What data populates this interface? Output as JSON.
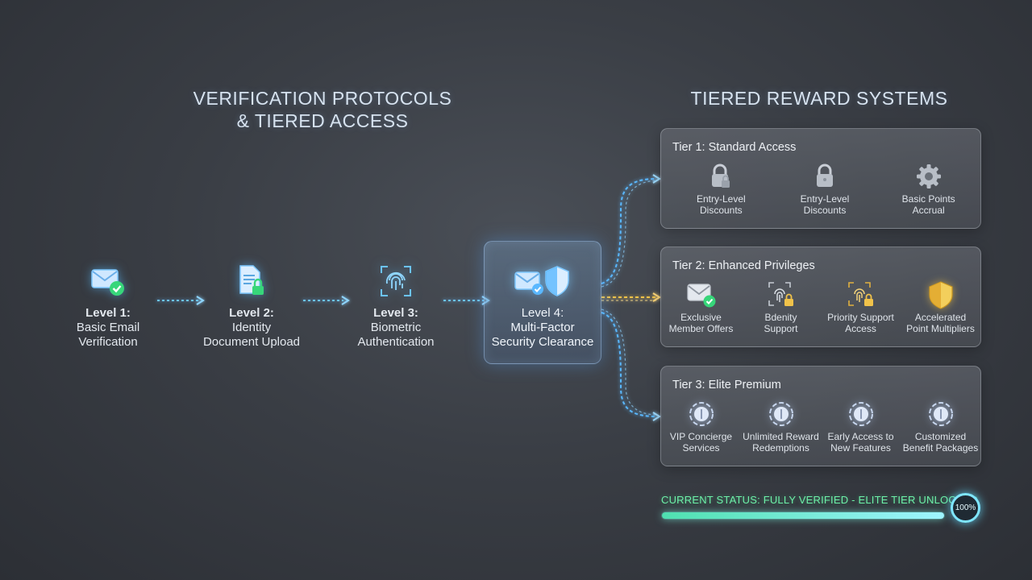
{
  "left_title": {
    "line1": "VERIFICATION PROTOCOLS",
    "line2": "& TIERED ACCESS"
  },
  "right_title": "TIERED REWARD SYSTEMS",
  "levels": [
    {
      "title": "Level 1:",
      "line1": "Basic Email",
      "line2": "Verification",
      "icon": "email-check-icon"
    },
    {
      "title": "Level 2:",
      "line1": "Identity",
      "line2": "Document Upload",
      "icon": "document-lock-icon"
    },
    {
      "title": "Level 3:",
      "line1": "Biometric",
      "line2": "Authentication",
      "icon": "fingerprint-icon"
    },
    {
      "title": "Level 4:",
      "line1": "Multi-Factor",
      "line2": "Security Clearance",
      "icon": "email-shield-icon"
    }
  ],
  "tiers": [
    {
      "title": "Tier 1: Standard Access",
      "items": [
        {
          "line1": "Entry-Level",
          "line2": "Discounts",
          "icon": "padlock-icon"
        },
        {
          "line1": "Entry-Level",
          "line2": "Discounts",
          "icon": "padlock-icon"
        },
        {
          "line1": "Basic Points",
          "line2": "Accrual",
          "icon": "gear-icon"
        }
      ]
    },
    {
      "title": "Tier 2: Enhanced Privileges",
      "items": [
        {
          "line1": "Exclusive",
          "line2": "Member Offers",
          "icon": "email-check-icon"
        },
        {
          "line1": "Bdenity",
          "line2": "Support",
          "icon": "fingerprint-lock-icon"
        },
        {
          "line1": "Priority Support",
          "line2": "Access",
          "icon": "fingerprint-lock-gold-icon"
        },
        {
          "line1": "Accelerated",
          "line2": "Point Multipliers",
          "icon": "gold-shield-icon"
        }
      ]
    },
    {
      "title": "Tier 3: Elite Premium",
      "items": [
        {
          "line1": "VIP Concierge",
          "line2": "Services",
          "icon": "premium-badge-icon"
        },
        {
          "line1": "Unlimited Reward",
          "line2": "Redemptions",
          "icon": "premium-badge-icon"
        },
        {
          "line1": "Early Access to",
          "line2": "New Features",
          "icon": "premium-badge-icon"
        },
        {
          "line1": "Customized",
          "line2": "Benefit Packages",
          "icon": "premium-badge-icon"
        }
      ]
    }
  ],
  "status": {
    "text": "CURRENT STATUS: FULLY VERIFIED - ELITE TIER UNLOCKED",
    "progress_fraction": 1.0,
    "percent_label": "100%"
  },
  "colors": {
    "accent_blue": "#5ab8ff",
    "accent_gold": "#f0c24a",
    "accent_green": "#37d67a",
    "status_green": "#6df0a8"
  }
}
